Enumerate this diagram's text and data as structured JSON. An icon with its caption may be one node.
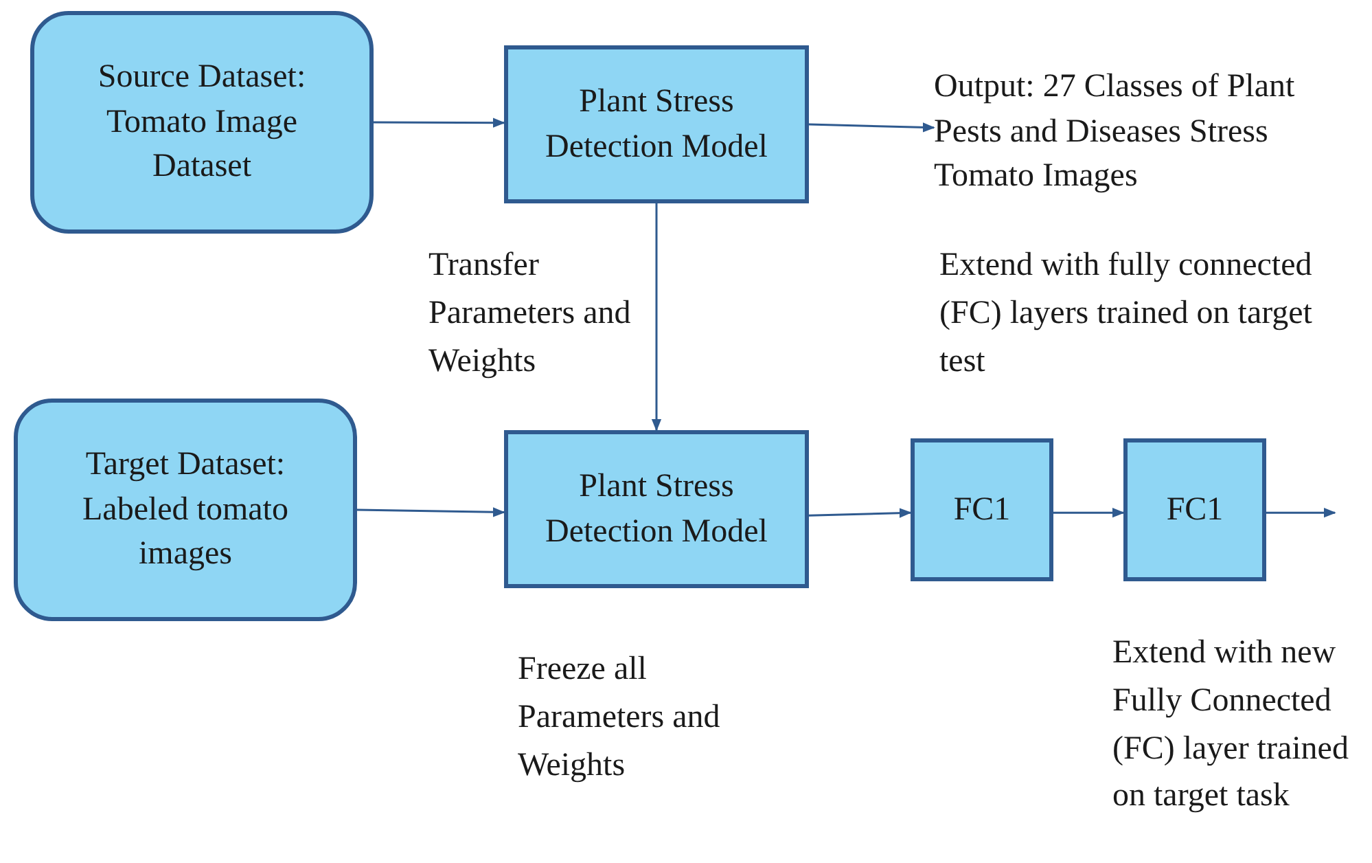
{
  "diagram": {
    "nodes": [
      {
        "text": [
          "Source Dataset: Tomato Image Dataset"
        ]
      },
      {
        "text": [
          "Plant Stress Detection Model"
        ]
      },
      {
        "text": [
          "Output: 27 Classes of Plant Pests and Diseases Stress Tomato Images"
        ]
      },
      {
        "text": [
          "Target Dataset: Labeled tomato images"
        ]
      },
      {
        "text": [
          "Plant Stress Detection Model"
        ]
      },
      {
        "text": [
          "FC1"
        ]
      },
      {
        "text": [
          "FC1"
        ]
      }
    ],
    "edges": [
      {
        "from": 0,
        "to": 1,
        "arrow": "to"
      },
      {
        "from": 1,
        "to": 2,
        "arrow": "to"
      },
      {
        "from": 1,
        "to": 4,
        "arrow": "to",
        "label": "Transfer Parameters and Weights"
      },
      {
        "from": 3,
        "to": 4,
        "arrow": "to"
      },
      {
        "from": 4,
        "to": 5,
        "arrow": "to"
      },
      {
        "from": 5,
        "to": 6,
        "arrow": "to"
      },
      {
        "from": 6,
        "to": null,
        "arrow": "to"
      }
    ],
    "labels": [
      "Extend with fully connected (FC) layers trained on target test",
      "Freeze all Parameters and Weights",
      "Extend with new Fully Connected (FC) layer trained on target task"
    ]
  }
}
